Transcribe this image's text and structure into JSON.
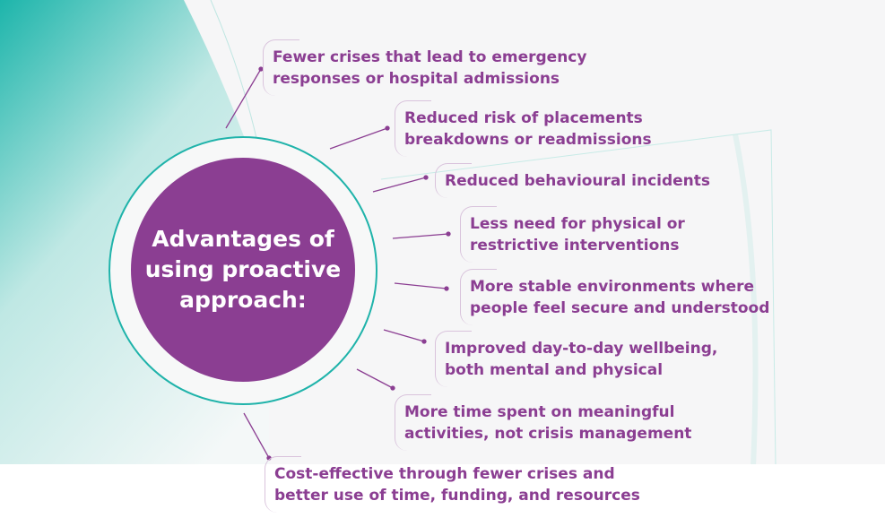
{
  "center": {
    "title_lines": [
      "Advantages of",
      "using proactive",
      "approach:"
    ]
  },
  "items": [
    {
      "lines": [
        "Fewer crises that lead to emergency",
        "responses or hospital admissions"
      ]
    },
    {
      "lines": [
        "Reduced risk of placements",
        "breakdowns or readmissions"
      ]
    },
    {
      "lines": [
        "Reduced behavioural incidents"
      ]
    },
    {
      "lines": [
        "Less need for physical or",
        "restrictive interventions"
      ]
    },
    {
      "lines": [
        "More stable environments where",
        "people feel secure and understood"
      ]
    },
    {
      "lines": [
        "Improved day-to-day wellbeing,",
        "both mental and physical"
      ]
    },
    {
      "lines": [
        "More time spent on meaningful",
        "activities, not crisis management"
      ]
    },
    {
      "lines": [
        "Cost-effective through fewer crises and",
        "better use of time, funding, and resources"
      ]
    }
  ],
  "colors": {
    "purple": "#8b3e92",
    "teal": "#1fb3aa",
    "text": "#8b3e92"
  }
}
